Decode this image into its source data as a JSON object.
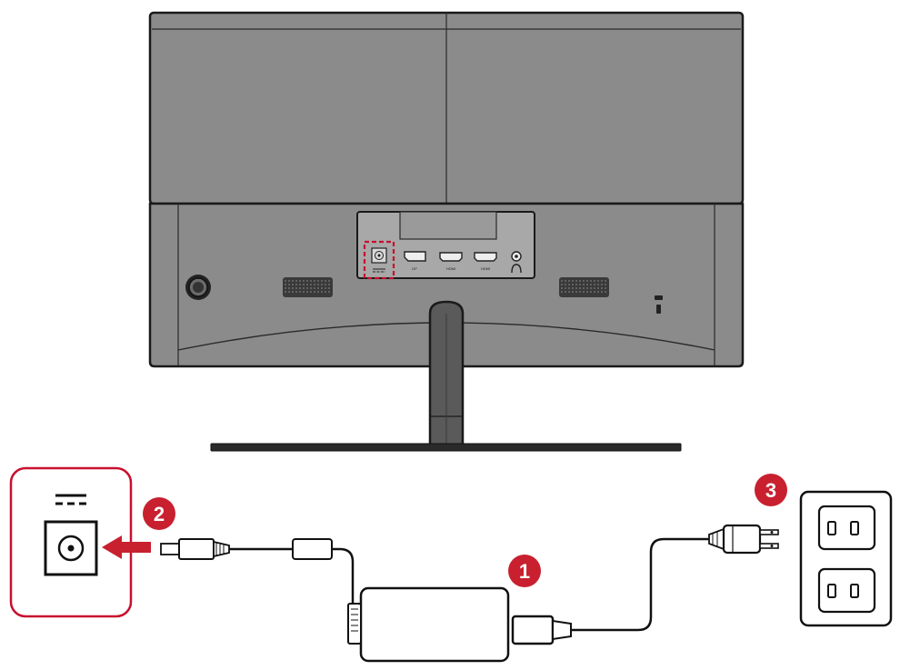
{
  "steps": [
    {
      "number": "1",
      "target": "power-adapter"
    },
    {
      "number": "2",
      "target": "dc-in-port"
    },
    {
      "number": "3",
      "target": "wall-outlet"
    }
  ],
  "port_labels": [
    "DP",
    "HDMI",
    "HDMI"
  ],
  "colors": {
    "monitor_fill": "#8a8a8a",
    "monitor_outline": "#1a1a1a",
    "accent_red": "#c8102e",
    "badge_red": "#c8202f",
    "panel_border": "#c8102e"
  },
  "icons": [
    "dc-power-symbol-icon",
    "arrow-left-icon",
    "headphone-jack-icon",
    "kensington-lock-icon",
    "power-plug-icon",
    "outlet-socket-icon"
  ]
}
